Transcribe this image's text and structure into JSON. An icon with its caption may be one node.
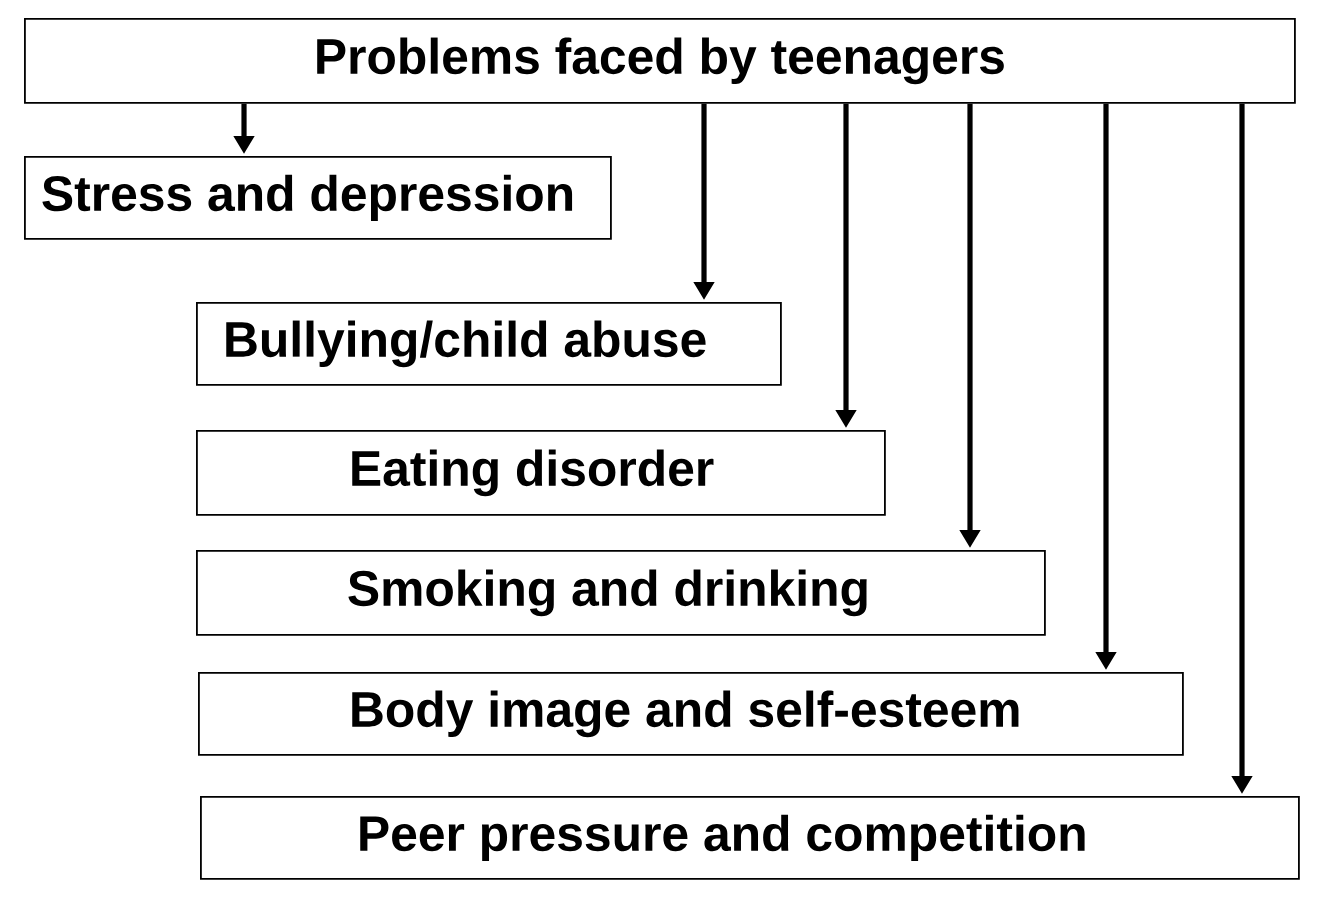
{
  "diagram": {
    "nodes": [
      {
        "text": [
          "Problems faced by teenagers"
        ]
      },
      {
        "text": [
          "Stress and depression"
        ]
      },
      {
        "text": [
          "Bullying/child abuse"
        ]
      },
      {
        "text": [
          "Eating disorder"
        ]
      },
      {
        "text": [
          "Smoking and drinking"
        ]
      },
      {
        "text": [
          "Body image and self-esteem"
        ]
      },
      {
        "text": [
          "Peer pressure and competition"
        ]
      }
    ],
    "edges": [
      {
        "from": 0,
        "to": 1,
        "arrow": "to"
      },
      {
        "from": 0,
        "to": 2,
        "arrow": "to"
      },
      {
        "from": 0,
        "to": 3,
        "arrow": "to"
      },
      {
        "from": 0,
        "to": 4,
        "arrow": "to"
      },
      {
        "from": 0,
        "to": 5,
        "arrow": "to"
      },
      {
        "from": 0,
        "to": 6,
        "arrow": "to"
      }
    ]
  }
}
